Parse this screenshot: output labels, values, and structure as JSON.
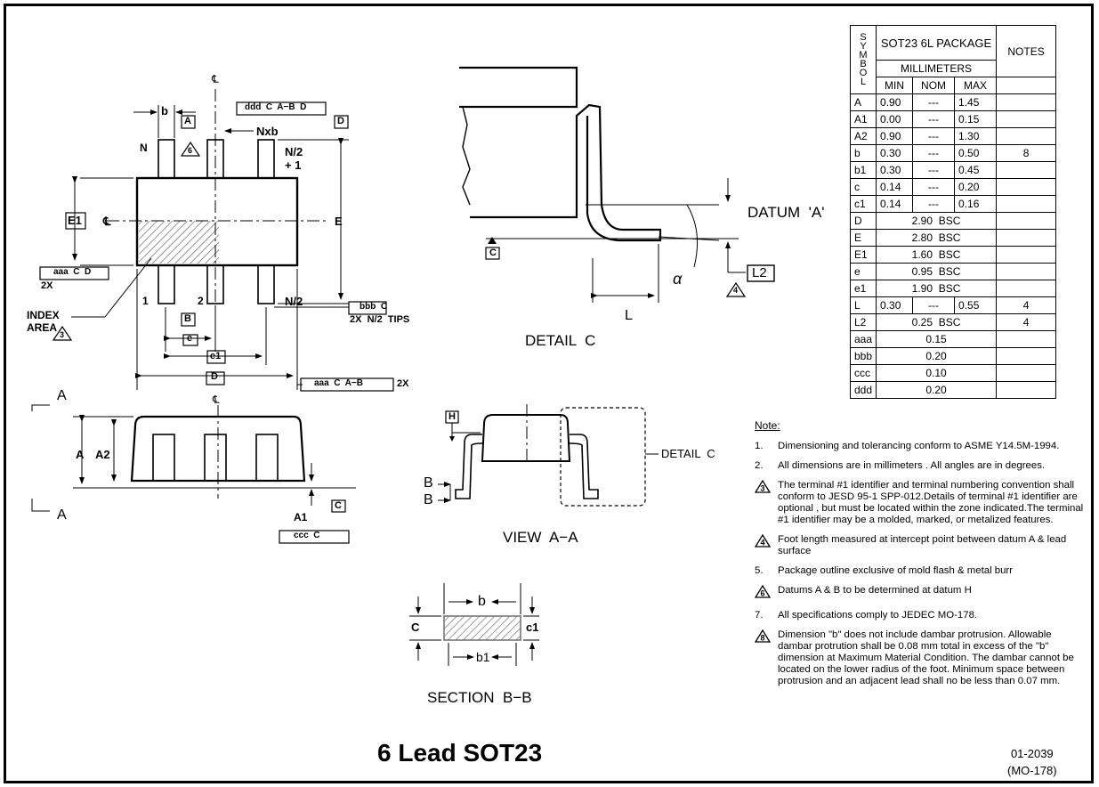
{
  "title": "6 Lead SOT23",
  "doc_number": "01-2039",
  "doc_ref": "(MO-178)",
  "drawing": {
    "top_view": {
      "b": "b",
      "nxb": "Nxb",
      "n": "N",
      "n2p1": "N/2 + 1",
      "n2": "N/2",
      "pin1": "1",
      "pin2": "2",
      "e1": "E1",
      "e": "E",
      "cl": "℄",
      "datum_a": "A",
      "datum_b": "B",
      "datum_d": "D",
      "datum_c": "C",
      "ref6": "6",
      "ref3": "3",
      "index_area": "INDEX AREA",
      "x2": "2X",
      "x2tips": "2X  N/2  TIPS",
      "fcf_ddd": "ddd  C  A−B  D",
      "fcf_aaa": "aaa  C  D",
      "fcf_bbb": "bbb  C",
      "fcf_aaa2": "aaa  C  A−B",
      "x2b": "2X",
      "dim_e": "e",
      "dim_e1": "e1",
      "dim_d": "D"
    },
    "side_view": {
      "A": "A",
      "A2": "A2",
      "A1": "A1",
      "cl": "℄",
      "datum_c": "C",
      "fcf_ccc": "ccc  C"
    },
    "detail_c": {
      "label": "DETAIL  C",
      "datum_a": "DATUM  'A'",
      "alpha": "α",
      "L": "L",
      "L2": "L2",
      "ref4": "4",
      "datum_c": "C"
    },
    "view_aa": {
      "label": "VIEW  A−A",
      "detail": "DETAIL  C",
      "H": "H",
      "B": "B"
    },
    "section_bb": {
      "label": "SECTION  B−B",
      "b": "b",
      "b1": "b1",
      "c": "C",
      "c1": "c1"
    }
  },
  "table": {
    "symbol_header": "SYMBOL",
    "package_header": "SOT23 6L PACKAGE",
    "mm_header": "MILLIMETERS",
    "notes_header": "NOTES",
    "min": "MIN",
    "nom": "NOM",
    "max": "MAX",
    "rows": [
      {
        "sym": "A",
        "min": "0.90",
        "nom": "---",
        "max": "1.45",
        "notes": ""
      },
      {
        "sym": "A1",
        "min": "0.00",
        "nom": "---",
        "max": "0.15",
        "notes": ""
      },
      {
        "sym": "A2",
        "min": "0.90",
        "nom": "---",
        "max": "1.30",
        "notes": ""
      },
      {
        "sym": "b",
        "min": "0.30",
        "nom": "---",
        "max": "0.50",
        "notes": "8"
      },
      {
        "sym": "b1",
        "min": "0.30",
        "nom": "---",
        "max": "0.45",
        "notes": ""
      },
      {
        "sym": "c",
        "min": "0.14",
        "nom": "---",
        "max": "0.20",
        "notes": ""
      },
      {
        "sym": "c1",
        "min": "0.14",
        "nom": "---",
        "max": "0.16",
        "notes": ""
      }
    ],
    "bsc_rows": [
      {
        "sym": "D",
        "val": "2.90  BSC",
        "notes": ""
      },
      {
        "sym": "E",
        "val": "2.80  BSC",
        "notes": ""
      },
      {
        "sym": "E1",
        "val": "1.60  BSC",
        "notes": ""
      },
      {
        "sym": "e",
        "val": "0.95  BSC",
        "notes": ""
      },
      {
        "sym": "e1",
        "val": "1.90  BSC",
        "notes": ""
      }
    ],
    "l_row": {
      "sym": "L",
      "min": "0.30",
      "nom": "---",
      "max": "0.55",
      "notes": "4"
    },
    "l2_row": {
      "sym": "L2",
      "val": "0.25  BSC",
      "notes": "4"
    },
    "tol_rows": [
      {
        "sym": "aaa",
        "val": "0.15"
      },
      {
        "sym": "bbb",
        "val": "0.20"
      },
      {
        "sym": "ccc",
        "val": "0.10"
      },
      {
        "sym": "ddd",
        "val": "0.20"
      }
    ]
  },
  "notes": {
    "heading": "Note:",
    "items": [
      {
        "num": "1.",
        "tri": false,
        "text": "Dimensioning and tolerancing conform to ASME Y14.5M-1994."
      },
      {
        "num": "2.",
        "tri": false,
        "text": "All dimensions are in millimeters . All angles are in degrees."
      },
      {
        "num": "3",
        "tri": true,
        "text": "The terminal #1 identifier and terminal numbering convention shall conform to JESD 95-1 SPP-012.Details of terminal #1 identifier are optional , but must be located within the zone indicated.The terminal #1 identifier may be a molded, marked, or metalized features."
      },
      {
        "num": "4",
        "tri": true,
        "text": "Foot length measured at intercept point between datum A & lead surface"
      },
      {
        "num": "5.",
        "tri": false,
        "text": "Package outline exclusive of mold flash & metal burr"
      },
      {
        "num": "6",
        "tri": true,
        "text": "Datums A & B to be determined at datum H"
      },
      {
        "num": "7.",
        "tri": false,
        "text": "All specifications comply to JEDEC MO-178."
      },
      {
        "num": "8",
        "tri": true,
        "text": "Dimension \"b\" does not include dambar protrusion. Allowable dambar protrution shall be 0.08 mm total in excess of the \"b\" dimension at Maximum Material Condition. The dambar cannot be located on the lower radius of the foot. Minimum space between protrusion and an adjacent lead shall no be less than 0.07 mm."
      }
    ]
  }
}
